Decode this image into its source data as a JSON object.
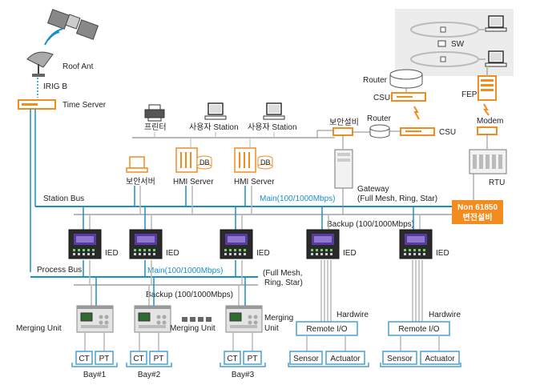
{
  "labels": {
    "roof_ant": "Roof Ant",
    "irig_b": "IRIG B",
    "time_server": "Time Server",
    "printer": "프린터",
    "user_station_1": "사용자 Station",
    "user_station_2": "사용자 Station",
    "security_server": "보안서버",
    "hmi_server_1": "HMI Server",
    "hmi_server_2": "HMI Server",
    "db_1": "DB",
    "db_2": "DB",
    "station_bus": "Station Bus",
    "main_bus_top": "Main(100/1000Mbps)",
    "backup_bus_top": "Backup (100/1000Mbps)",
    "process_bus": "Process Bus",
    "main_bus_process": "Main(100/1000Mbps)",
    "full_mesh_process": "(Full Mesh,",
    "ring_star_process": "Ring, Star)",
    "backup_bus_process": "Backup  (100/1000Mbps)",
    "ied": "IED",
    "sw": "SW",
    "router_top": "Router",
    "csu_top": "CSU",
    "fep": "FEP",
    "security_device": "보안설비",
    "router_mid": "Router",
    "csu_mid": "CSU",
    "modem": "Modem",
    "gateway": "Gateway",
    "gateway_topology": "(Full Mesh, Ring, Star)",
    "rtu": "RTU",
    "non61850_line1": "Non 61850",
    "non61850_line2": "변전설비",
    "merging_unit": "Merging Unit",
    "ct": "CT",
    "pt": "PT",
    "bay1": "Bay#1",
    "bay2": "Bay#2",
    "bay3": "Bay#3",
    "hardwire": "Hardwire",
    "remote_io": "Remote I/O",
    "sensor": "Sensor",
    "actuator": "Actuator"
  },
  "colors": {
    "blue_bus": "#1a8fc7",
    "gray_bus": "#b8b8b8",
    "orange": "#f28c1e",
    "light_blue_box": "#4a9fd4",
    "ied_dark": "#2a2a2a",
    "screen_purple": "#5a3aa0"
  }
}
